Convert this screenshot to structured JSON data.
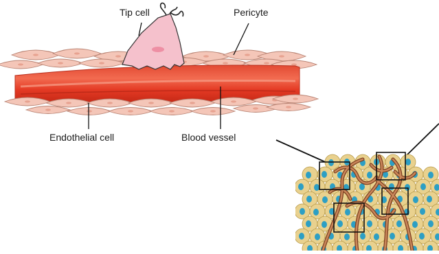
{
  "labels": {
    "tip_cell": "Tip cell",
    "pericyte": "Pericyte",
    "endothelial_cell": "Endothelial cell",
    "blood_vessel": "Blood vessel"
  },
  "colors": {
    "vessel": "#e8412c",
    "vessel_highlight": "#f47a5e",
    "vessel_dark": "#c8281a",
    "sheath_cell": "#f4c6b8",
    "sheath_edge": "#b98474",
    "tip_cell": "#f5c1cc",
    "tip_nucleus": "#ee8fa4",
    "tumor_cell": "#e9d18e",
    "tumor_nucleus": "#2d9fc4",
    "capillary": "#b0683f",
    "line": "#111111"
  }
}
